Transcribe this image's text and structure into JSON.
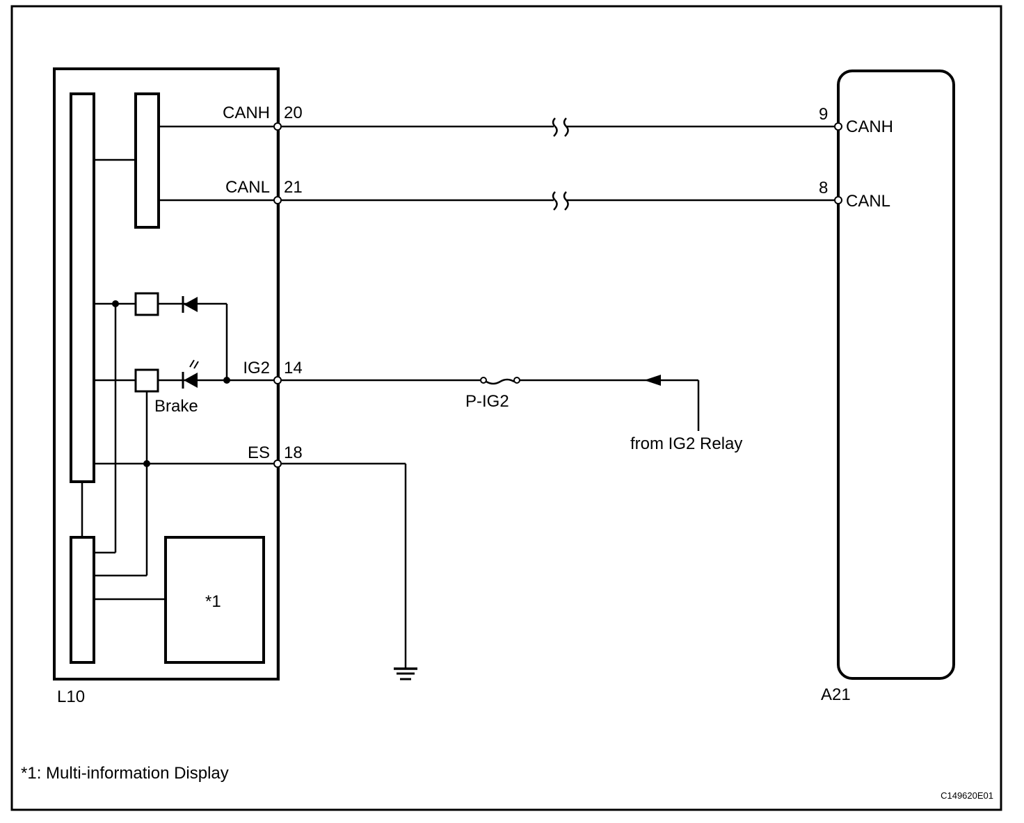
{
  "diagram": {
    "type": "wiring-diagram",
    "components": {
      "left_ecu": {
        "id": "L10",
        "inner_block_label": "*1"
      },
      "right_ecu": {
        "id": "A21"
      }
    },
    "left_terminals": [
      {
        "signal": "CANH",
        "pin": "20"
      },
      {
        "signal": "CANL",
        "pin": "21"
      },
      {
        "signal": "IG2",
        "pin": "14"
      },
      {
        "signal": "ES",
        "pin": "18"
      }
    ],
    "right_terminals": [
      {
        "signal": "CANH",
        "pin": "9"
      },
      {
        "signal": "CANL",
        "pin": "8"
      }
    ],
    "indicator_label": "Brake",
    "fuse_label": "P-IG2",
    "source_label": "from IG2 Relay",
    "footnote": "*1: Multi-information Display",
    "figure_code": "C149620E01"
  }
}
